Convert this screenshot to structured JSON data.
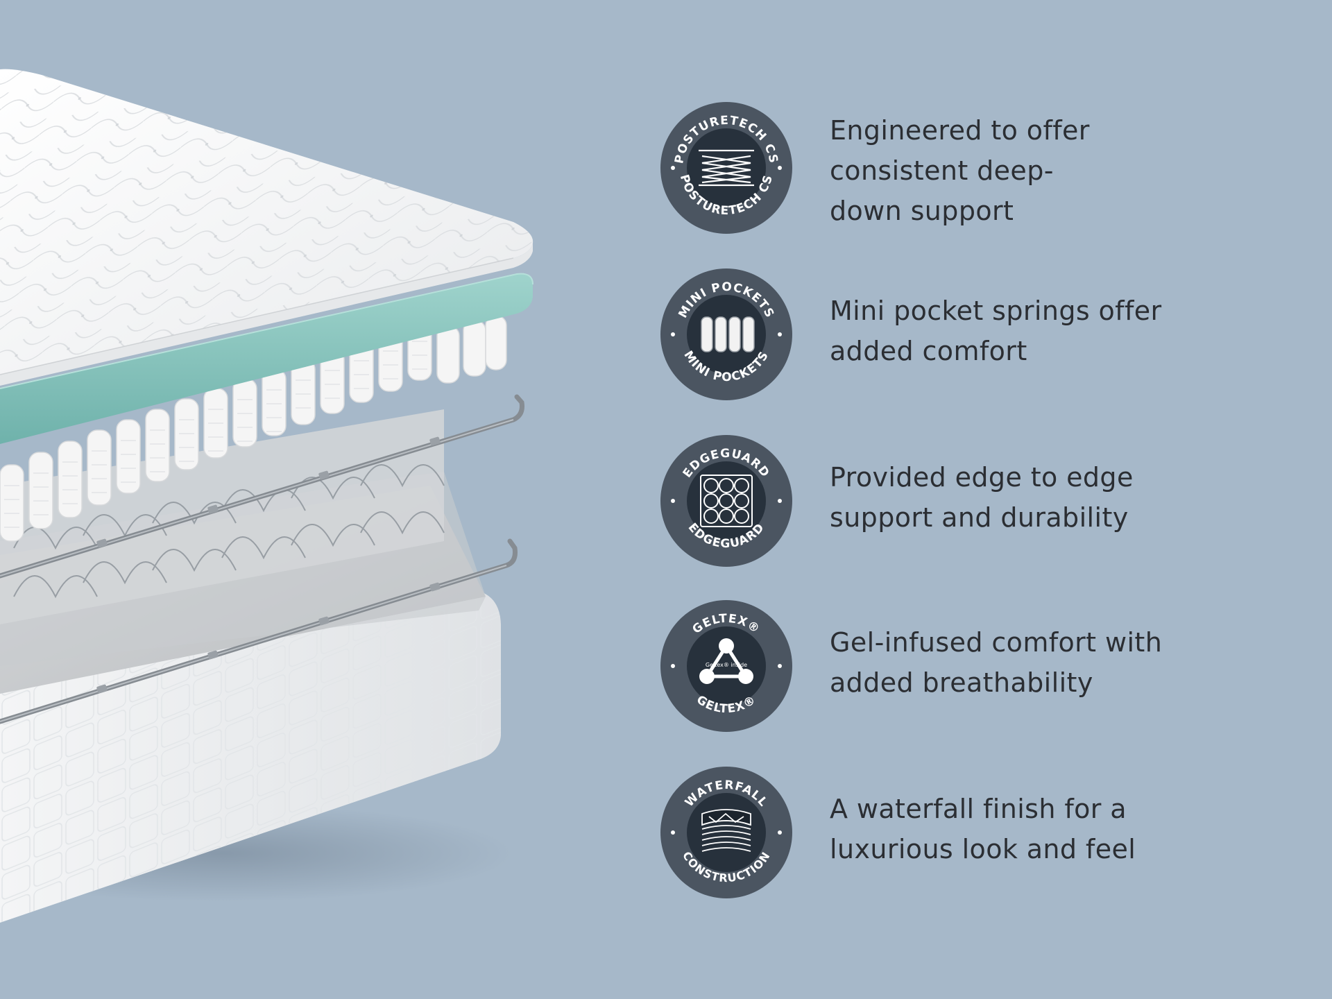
{
  "background_color": "#a6b8c9",
  "text_color": "#2b2e33",
  "badge_color": "#4b5561",
  "badge_dark": "#27313c",
  "features": [
    {
      "badge_label_top": "POSTURETECH CS",
      "badge_label_bottom": "POSTURETECH CS",
      "icon": "coil-spring-icon",
      "lines": [
        "Engineered to offer",
        "consistent deep-",
        "down support"
      ]
    },
    {
      "badge_label_top": "MINI POCKETS",
      "badge_label_bottom": "MINI POCKETS",
      "icon": "mini-pocket-springs-icon",
      "lines": [
        "Mini pocket springs offer",
        "added comfort"
      ]
    },
    {
      "badge_label_top": "EDGEGUARD",
      "badge_label_bottom": "EDGEGUARD",
      "icon": "edge-grid-icon",
      "lines": [
        "Provided edge to edge",
        "support and durability"
      ]
    },
    {
      "badge_label_top": "GELTEX®",
      "badge_label_bottom": "GELTEX®",
      "icon": "geltex-triangle-icon",
      "icon_caption": "Geltex® inside",
      "lines": [
        "Gel-infused comfort with",
        "added breathability"
      ]
    },
    {
      "badge_label_top": "WATERFALL",
      "badge_label_bottom": "CONSTRUCTION",
      "icon": "waterfall-layers-icon",
      "lines": [
        "A waterfall finish for a",
        "luxurious look and feel"
      ]
    }
  ]
}
